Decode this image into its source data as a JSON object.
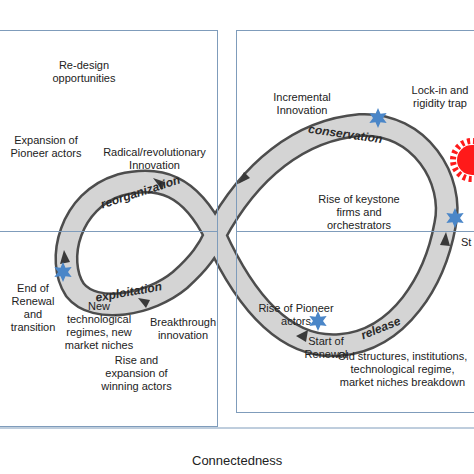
{
  "diagram": {
    "nodes": [
      {
        "text": [
          "Re-design opportunities",
          "Expansion of Pioneer actors",
          "Radical/revolutionary Innovation"
        ]
      },
      {
        "text": [
          "Incremental Innovation",
          "Lock-in and rigidity trap",
          "Rise of keystone firms and orchestrators"
        ]
      },
      {
        "text": [
          "End of Renewal and transition",
          "New technological regimes, new market niches",
          "Breakthrough innovation",
          "Rise and expansion of winning actors"
        ]
      },
      {
        "text": [
          "Rise of Pioneer actors",
          "Start of Renewal",
          "Old structures, institutions, technological regime, market niches breakdown"
        ]
      }
    ],
    "labels": [
      "reorganization",
      "exploitation",
      "conservation",
      "release",
      "St",
      "Connectedness"
    ]
  }
}
